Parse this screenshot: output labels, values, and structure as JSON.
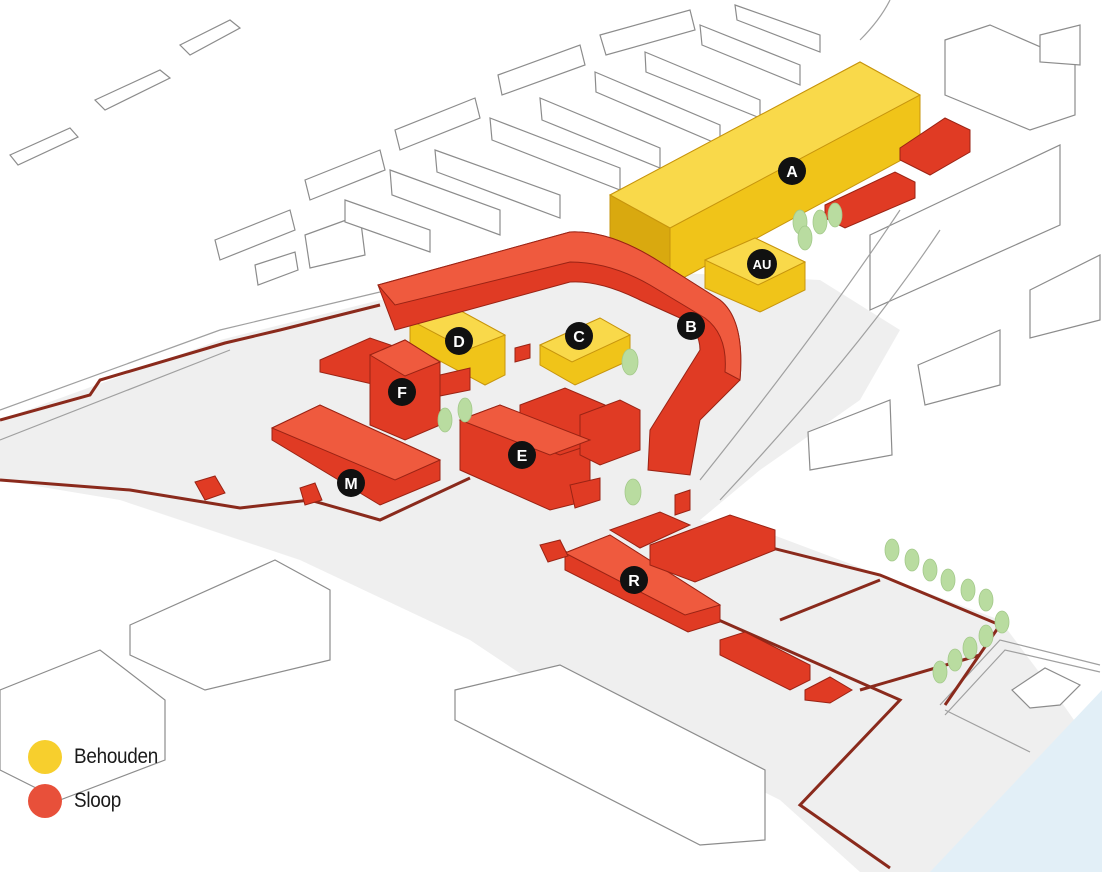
{
  "legend": {
    "items": [
      {
        "label": "Behouden",
        "color": "#f7cf2d"
      },
      {
        "label": "Sloop",
        "color": "#e8503a"
      }
    ]
  },
  "colors": {
    "keep": "#f0c419",
    "keep_top": "#f9d94a",
    "keep_dark": "#d9a90f",
    "demolish": "#e03b24",
    "demolish_top": "#ef5a3e",
    "demolish_dark": "#b92a17",
    "outline": "#8a2a1c",
    "context_line": "#8c8c8c",
    "ground": "#eeeeee",
    "tree": "#b9dca0",
    "water": "#dcecf5"
  },
  "markers": [
    {
      "id": "A",
      "label": "A"
    },
    {
      "id": "AU",
      "label": "AU"
    },
    {
      "id": "B",
      "label": "B"
    },
    {
      "id": "C",
      "label": "C"
    },
    {
      "id": "D",
      "label": "D"
    },
    {
      "id": "E",
      "label": "E"
    },
    {
      "id": "F",
      "label": "F"
    },
    {
      "id": "M",
      "label": "M"
    },
    {
      "id": "R",
      "label": "R"
    }
  ]
}
